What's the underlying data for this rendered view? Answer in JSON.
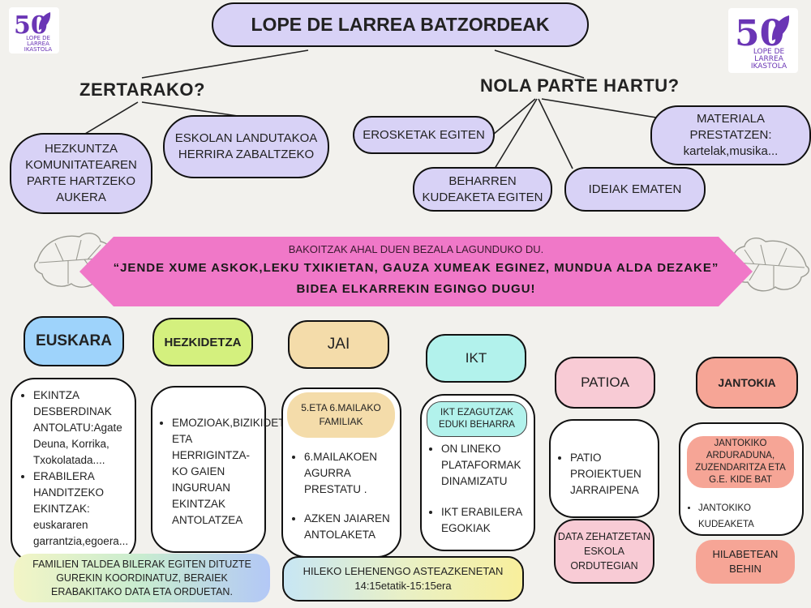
{
  "title": "LOPE DE LARREA BATZORDEAK",
  "logo": {
    "number": "50",
    "lines": [
      "LOPE DE",
      "LARREA",
      "IKASTOLA"
    ]
  },
  "left_branch": {
    "question": "ZERTARAKO?",
    "nodes": [
      "HEZKUNTZA KOMUNITATEAREN PARTE HARTZEKO AUKERA",
      "ESKOLAN LANDUTAKOA HERRIRA ZABALTZEKO"
    ]
  },
  "right_branch": {
    "question": "NOLA PARTE HARTU?",
    "nodes": {
      "erosketak": "EROSKETAK EGITEN",
      "beharren": "BEHARREN KUDEAKETA EGITEN",
      "ideiak": "IDEIAK EMATEN",
      "materiala": "MATERIALA PRESTATZEN: kartelak,musika..."
    }
  },
  "banner": {
    "line1": "BAKOITZAK AHAL DUEN BEZALA LAGUNDUKO DU.",
    "line2": "“JENDE XUME ASKOK,LEKU TXIKIETAN, GAUZA XUMEAK EGINEZ, MUNDUA ALDA DEZAKE”",
    "line3": "BIDEA ELKARREKIN EGINGO DUGU!"
  },
  "committees": {
    "euskara": {
      "label": "EUSKARA",
      "items": [
        "EKINTZA DESBERDINAK ANTOLATU:Agate Deuna, Korrika, Txokolatada....",
        "ERABILERA HANDITZEKO EKINTZAK: euskararen garrantzia,egoera..."
      ],
      "note": "FAMILIEN TALDEA BILERAK EGITEN DITUZTE GUREKIN KOORDINATUZ, BERAIEK ERABAKITAKO DATA ETA ORDUETAN."
    },
    "hezkidetza": {
      "label": "HEZKIDETZA",
      "items": [
        "EMOZIOAK,BIZIKIDETZA ETA HERRIGINTZA-KO GAIEN INGURUAN EKINTZAK ANTOLATZEA"
      ]
    },
    "jai": {
      "label": "JAI",
      "sub": "5.ETA 6.MAILAKO FAMILIAK",
      "items": [
        "6.MAILAKOEN AGURRA PRESTATU .",
        "AZKEN JAIAREN ANTOLAKETA"
      ],
      "note": "HILEKO LEHENENGO ASTEAZKENETAN 14:15etatik-15:15era"
    },
    "ikt": {
      "label": "IKT",
      "sub": "IKT EZAGUTZAK EDUKI BEHARRA",
      "items": [
        "ON LINEKO PLATAFORMAK DINAMIZATU",
        "IKT ERABILERA EGOKIAK"
      ]
    },
    "patioa": {
      "label": "PATIOA",
      "items": [
        "PATIO PROIEKTUEN JARRAIPENA"
      ],
      "note": "DATA ZEHATZETAN ESKOLA ORDUTEGIAN"
    },
    "jantokia": {
      "label": "JANTOKIA",
      "sub": "JANTOKIKO ARDURADUNA, ZUZENDARITZA ETA G.E. KIDE BAT",
      "items": [
        "JANTOKIKO KUDEAKETA"
      ],
      "note": "HILABETEAN BEHIN"
    }
  },
  "colors": {
    "background": "#f2f1ed",
    "lavender": "#d8d2f6",
    "banner_pink": "#f078c8",
    "euskara": "#9ed3fb",
    "hezkidetza": "#d4f07e",
    "jai": "#f4dcaa",
    "ikt": "#b2f2ec",
    "patioa": "#f8cbd5",
    "jantokia": "#f6a596",
    "logo_purple": "#6a35b5"
  }
}
